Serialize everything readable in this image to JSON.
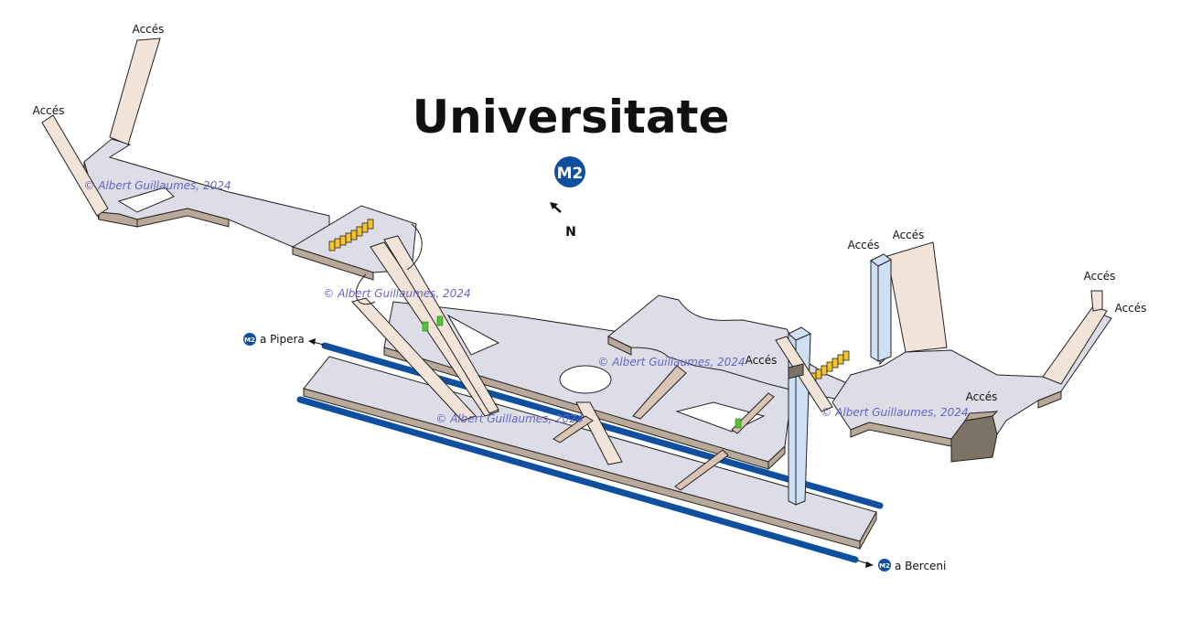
{
  "title": "Universitate",
  "line_badge": "M2",
  "compass_label": "N",
  "access_label": "Accés",
  "watermark": "© Albert Guillaumes, 2024",
  "directions": [
    {
      "badge": "M2",
      "text": "a Pipera"
    },
    {
      "badge": "M2",
      "text": "a Berceni"
    }
  ],
  "colors": {
    "line": "#0f4fa0",
    "floor": "#dcdde6",
    "stairs": "#f2e4d8",
    "lift": "#cfe0f5",
    "escalator": "#f4c430",
    "gate": "#55c236",
    "watermark": "#6b63c9"
  }
}
